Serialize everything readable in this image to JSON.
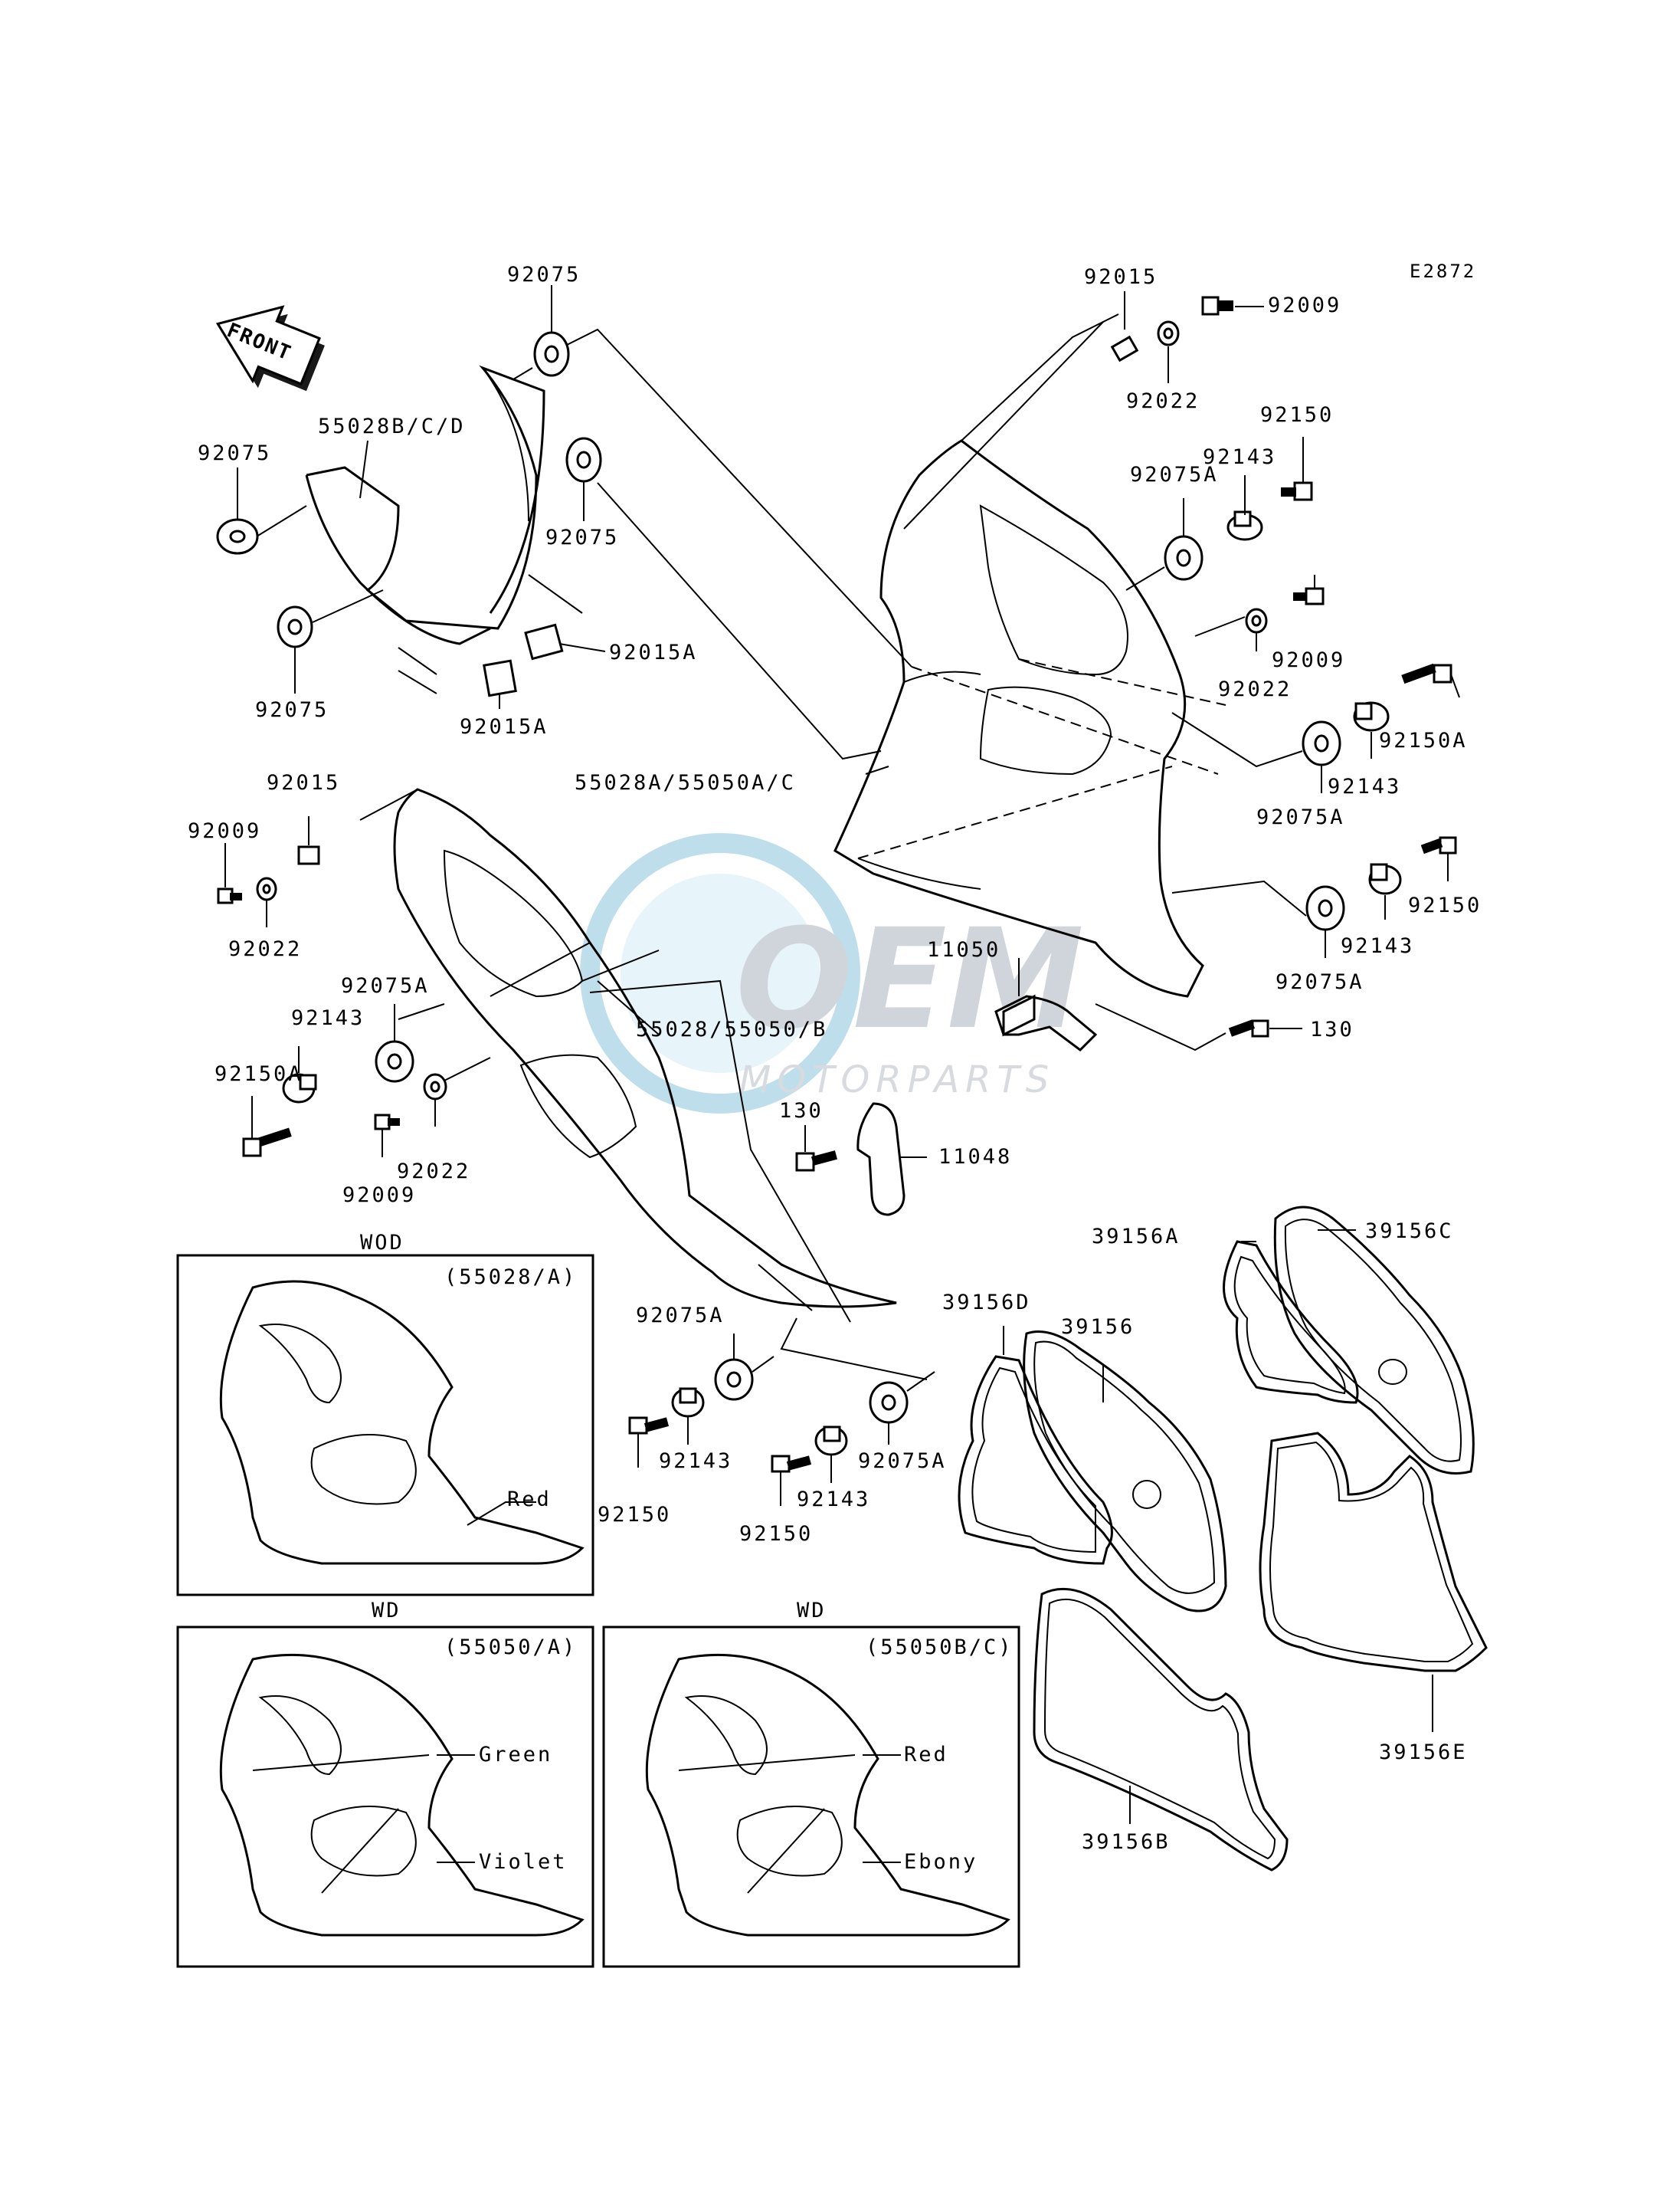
{
  "diagram_code": "E2872",
  "front_label": "FRONT",
  "watermark": {
    "logo": "OEM",
    "subtitle": "MOTORPARTS"
  },
  "callouts": {
    "c_92075_top": "92075",
    "c_55028bcd": "55028B/C/D",
    "c_92075_left": "92075",
    "c_92075_mid": "92075",
    "c_92075_low": "92075",
    "c_92015a_1": "92015A",
    "c_92015a_2": "92015A",
    "c_92015_top": "92015",
    "c_92009_top": "92009",
    "c_92022_top": "92022",
    "c_92150_top": "92150",
    "c_92143_top": "92143",
    "c_92075a_top": "92075A",
    "c_92009_mid": "92009",
    "c_92022_mid": "92022",
    "c_92150a_right": "92150A",
    "c_92143_right1": "92143",
    "c_92075a_right1": "92075A",
    "c_55028a": "55028A/55050A/C",
    "c_92150_right2": "92150",
    "c_92143_right2": "92143",
    "c_92075a_right2": "92075A",
    "c_130_right": "130",
    "c_11050": "11050",
    "c_92015_left": "92015",
    "c_92009_left": "92009",
    "c_92022_left": "92022",
    "c_92075a_left": "92075A",
    "c_92143_left": "92143",
    "c_92150a_left": "92150A",
    "c_55028_55050b": "55028/55050/B",
    "c_92022_left2": "92022",
    "c_92009_left2": "92009",
    "c_130_mid": "130",
    "c_11048": "11048",
    "c_92075a_bottom1": "92075A",
    "c_92143_bottom1": "92143",
    "c_92150_bottom1": "92150",
    "c_92143_bottom2": "92143",
    "c_92150_bottom2": "92150",
    "c_92075a_bottom2": "92075A",
    "c_39156a": "39156A",
    "c_39156c": "39156C",
    "c_39156d": "39156D",
    "c_39156": "39156",
    "c_39156e": "39156E",
    "c_39156b": "39156B"
  },
  "insets": [
    {
      "heading": "WOD",
      "part": "(55028/A)",
      "colors": [
        "Red"
      ]
    },
    {
      "heading": "WD",
      "part": "(55050/A)",
      "colors": [
        "Green",
        "Violet"
      ]
    },
    {
      "heading": "WD",
      "part": "(55050B/C)",
      "colors": [
        "Red",
        "Ebony"
      ]
    }
  ]
}
